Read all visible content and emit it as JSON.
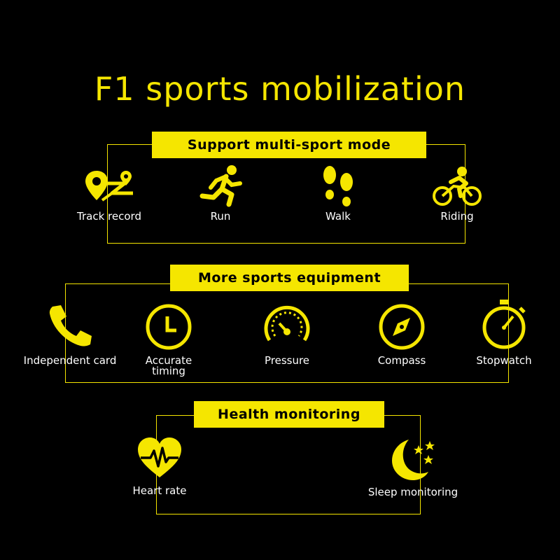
{
  "title": "F1 sports mobilization",
  "accent_color": "#f5e600",
  "sections": [
    {
      "heading": "Support multi-sport mode",
      "items": [
        {
          "icon": "track-record-icon",
          "label": "Track record"
        },
        {
          "icon": "run-icon",
          "label": "Run"
        },
        {
          "icon": "walk-icon",
          "label": "Walk"
        },
        {
          "icon": "riding-icon",
          "label": "Riding"
        }
      ]
    },
    {
      "heading": "More sports equipment",
      "items": [
        {
          "icon": "phone-icon",
          "label": "Independent card"
        },
        {
          "icon": "clock-icon",
          "label": "Accurate\ntiming"
        },
        {
          "icon": "pressure-gauge-icon",
          "label": "Pressure"
        },
        {
          "icon": "compass-icon",
          "label": "Compass"
        },
        {
          "icon": "stopwatch-icon",
          "label": "Stopwatch"
        }
      ]
    },
    {
      "heading": "Health monitoring",
      "items": [
        {
          "icon": "heart-rate-icon",
          "label": "Heart rate"
        },
        {
          "icon": "sleep-moon-icon",
          "label": "Sleep monitoring"
        }
      ]
    }
  ]
}
